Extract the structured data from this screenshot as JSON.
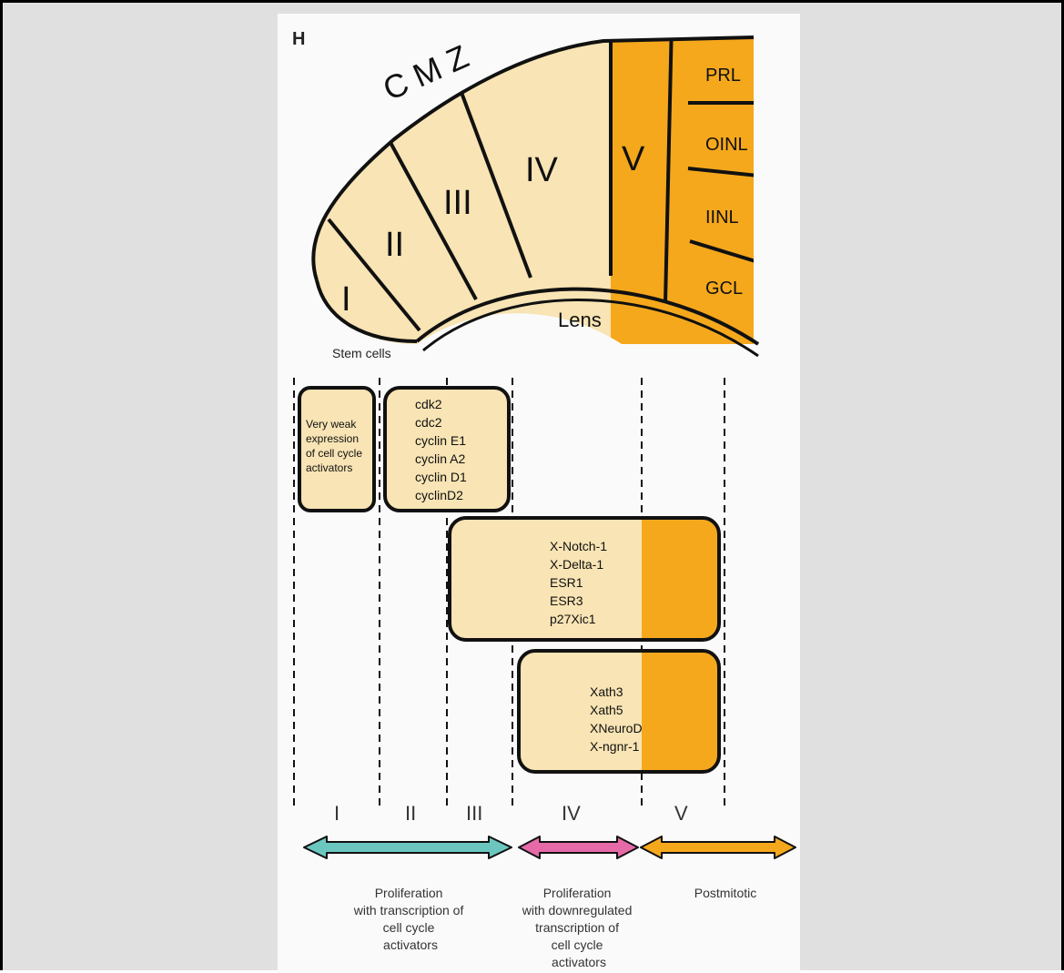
{
  "panel_label": "H",
  "cmz_label": "C M Z",
  "zones": [
    "I",
    "II",
    "III",
    "IV",
    "V"
  ],
  "layers": [
    "PRL",
    "OINL",
    "IINL",
    "GCL"
  ],
  "lens_label": "Lens",
  "stem_cells_label": "Stem cells",
  "boxes": {
    "weak": [
      "Very weak",
      "expression",
      "of cell cycle",
      "activators"
    ],
    "cyclins": [
      "cdk2",
      "cdc2",
      "cyclin E1",
      "cyclin A2",
      "cyclin D1",
      "cyclinD2"
    ],
    "notch": [
      "X-Notch-1",
      "X-Delta-1",
      "ESR1",
      "ESR3",
      "p27Xic1"
    ],
    "xath": [
      "Xath3",
      "Xath5",
      "XNeuroD",
      "X-ngnr-1"
    ]
  },
  "bottom_zones": [
    "I",
    "II",
    "III",
    "IV",
    "V"
  ],
  "phases": {
    "proliferation": [
      "Proliferation",
      "with transcription of",
      "cell cycle",
      "activators"
    ],
    "downregulated": [
      "Proliferation",
      "with downregulated",
      "transcription of",
      "cell cycle",
      "activators"
    ],
    "postmitotic": [
      "Postmitotic"
    ]
  },
  "colors": {
    "light_zone": "#f8e4b4",
    "dark_zone": "#f5a81c",
    "panel_bg": "#fafafa",
    "page_bg": "#e0e0e0",
    "arrow_teal": "#6cc6c0",
    "arrow_pink": "#e66aa8",
    "arrow_orange": "#f5a81c"
  }
}
